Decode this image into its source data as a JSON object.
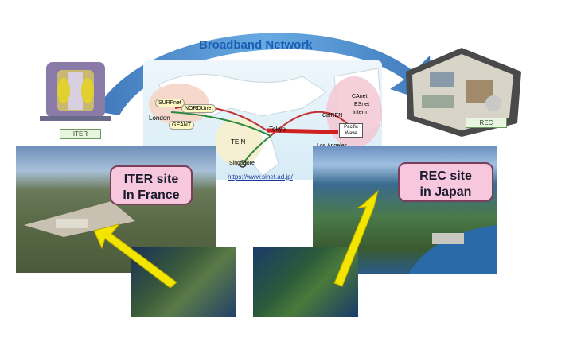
{
  "title": "Broadband Network",
  "url": "https://www.sinet.ad.jp/",
  "iter_label": "ITER",
  "rec_label": "REC",
  "iter_callout": {
    "line1": "ITER site",
    "line2": "In France"
  },
  "rec_callout": {
    "line1": "REC site",
    "line2": "in Japan"
  },
  "map_labels": {
    "surfnet": "SURFnet",
    "nordunet": "NORDUnet",
    "london": "London",
    "geant": "GEANT",
    "tein": "TEIN",
    "singapore": "Singapore",
    "tokyo": "Tokyo",
    "calren": "CalREN",
    "canet": "CAnet",
    "esnet": "ESnet",
    "internet": "Intern",
    "pacific_wave": "Pacific Wave",
    "los_angeles": "Los Angeles"
  },
  "colors": {
    "arc": "#3a7fc8",
    "title": "#1a5fb4",
    "callout_fill": "#f7c8dd",
    "arrow": "#f2e600"
  }
}
